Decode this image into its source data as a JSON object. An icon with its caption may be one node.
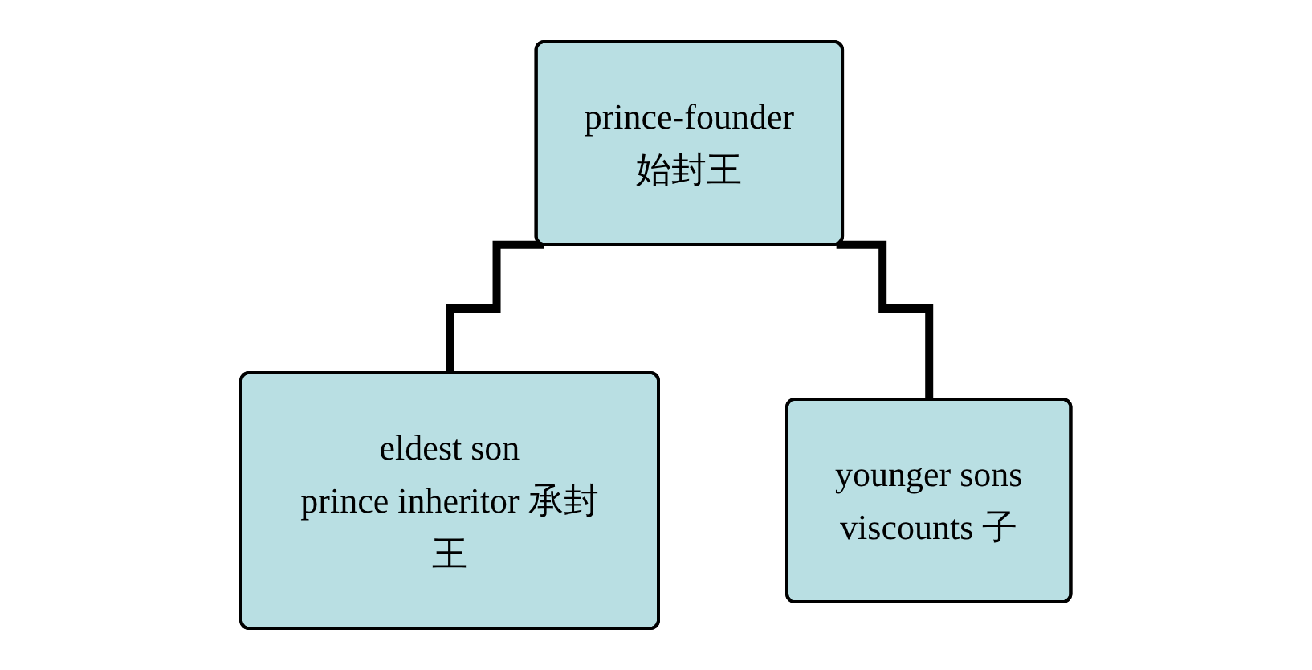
{
  "diagram": {
    "nodes": [
      {
        "text": [
          "prince-founder",
          "始封王"
        ]
      },
      {
        "text": [
          "eldest son",
          "prince inheritor 承封王"
        ]
      },
      {
        "text": [
          "younger sons",
          "viscounts 子"
        ]
      }
    ],
    "edges": [
      {
        "from": 0,
        "to": 1,
        "arrow": "none"
      },
      {
        "from": 0,
        "to": 2,
        "arrow": "none"
      }
    ]
  }
}
